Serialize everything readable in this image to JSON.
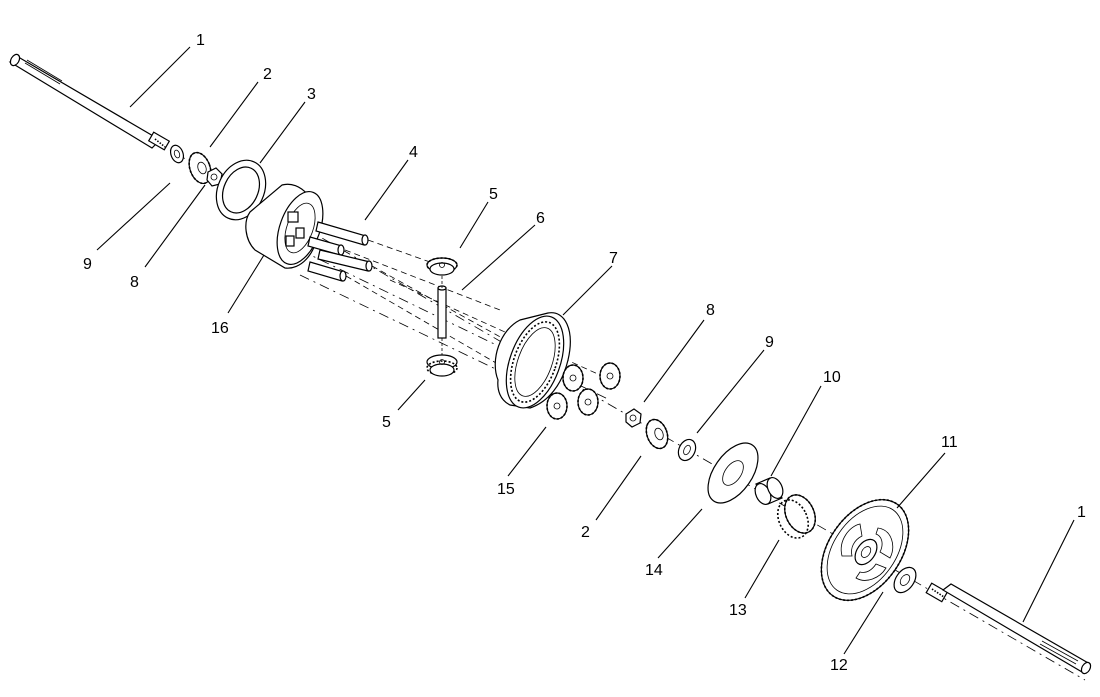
{
  "diagram": {
    "callouts": [
      {
        "id": "c1a",
        "text": "1"
      },
      {
        "id": "c2a",
        "text": "2"
      },
      {
        "id": "c3",
        "text": "3"
      },
      {
        "id": "c4",
        "text": "4"
      },
      {
        "id": "c5a",
        "text": "5"
      },
      {
        "id": "c6",
        "text": "6"
      },
      {
        "id": "c7",
        "text": "7"
      },
      {
        "id": "c9a",
        "text": "9"
      },
      {
        "id": "c8a",
        "text": "8"
      },
      {
        "id": "c16",
        "text": "16"
      },
      {
        "id": "c5b",
        "text": "5"
      },
      {
        "id": "c8b",
        "text": "8"
      },
      {
        "id": "c9b",
        "text": "9"
      },
      {
        "id": "c10",
        "text": "10"
      },
      {
        "id": "c11",
        "text": "11"
      },
      {
        "id": "c15",
        "text": "15"
      },
      {
        "id": "c2b",
        "text": "2"
      },
      {
        "id": "c14",
        "text": "14"
      },
      {
        "id": "c1b",
        "text": "1"
      },
      {
        "id": "c13",
        "text": "13"
      },
      {
        "id": "c12",
        "text": "12"
      }
    ]
  }
}
